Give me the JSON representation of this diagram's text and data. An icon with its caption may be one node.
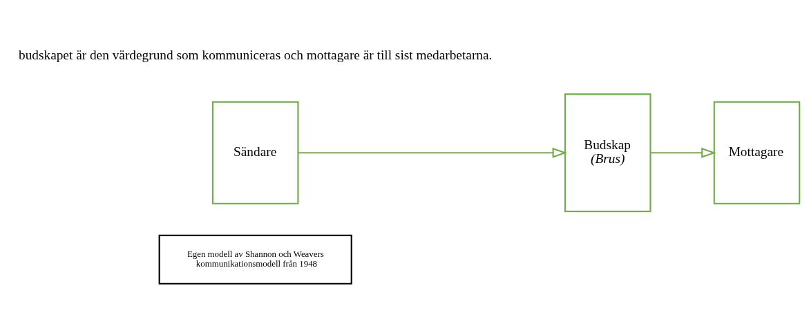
{
  "diagram": {
    "nodes": [
      {
        "text": [
          "Sändare"
        ]
      },
      {
        "text": [
          "Budskap",
          "(Brus)"
        ]
      },
      {
        "text": [
          "Mottagare"
        ]
      },
      {
        "text": [
          "Egen modell av Shannon och Weavers kommunikationsmodell från 1948"
        ]
      }
    ],
    "edges": [
      {
        "from": 0,
        "to": 1,
        "arrow": "to"
      },
      {
        "from": 1,
        "to": 2,
        "arrow": "to"
      }
    ],
    "labels": [
      "budskapet är den värdegrund som kommuniceras och mottagare är till sist medarbetarna."
    ]
  }
}
